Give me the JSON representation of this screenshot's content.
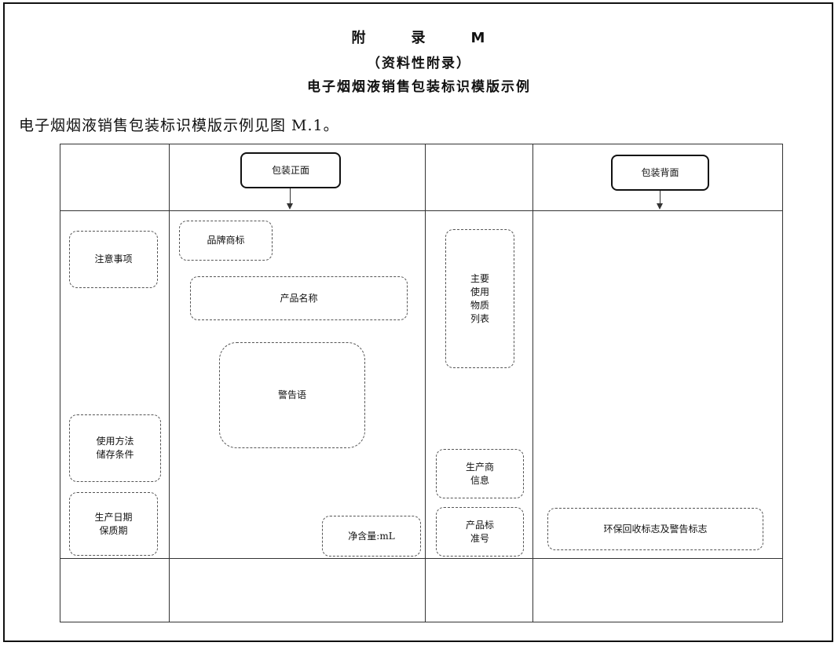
{
  "header": {
    "appendix": "附　录　M",
    "type": "（资料性附录）",
    "title": "电子烟烟液销售包装标识模版示例"
  },
  "intro": "电子烟烟液销售包装标识模版示例见图 M.1。",
  "diagram": {
    "front_label": "包装正面",
    "back_label": "包装背面",
    "notice": "注意事项",
    "usage_storage": "使用方法\n储存条件",
    "dates": "生产日期\n保质期",
    "brand": "品牌商标",
    "product_name": "产品名称",
    "warning": "警告语",
    "net_content": "净含量:mL",
    "materials": "主要\n使用\n物质\n列表",
    "manufacturer": "生产商\n信息",
    "standard_no": "产品标\n准号",
    "recycle": "环保回收标志及警告标志"
  }
}
